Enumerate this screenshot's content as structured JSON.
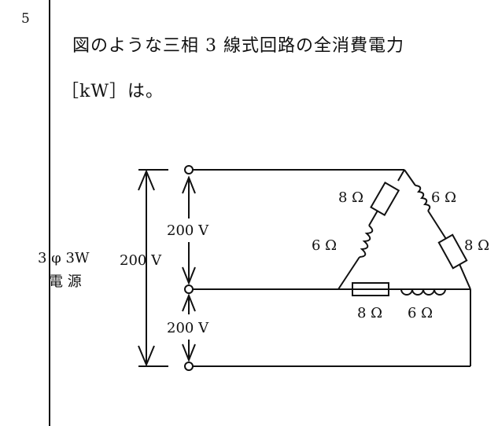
{
  "question": {
    "number": "5",
    "line1": "図のような三相 3 線式回路の全消費電力",
    "line2": "［kW］は。"
  },
  "circuit": {
    "source_label_line1": "3 φ 3W",
    "source_label_line2": "電 源",
    "v_total": "200 V",
    "v_top": "200 V",
    "v_bottom": "200 V",
    "r_left": "8 Ω",
    "x_left": "6 Ω",
    "x_right": "6 Ω",
    "r_right": "8 Ω",
    "r_bottom": "8 Ω",
    "x_bottom": "6 Ω"
  }
}
